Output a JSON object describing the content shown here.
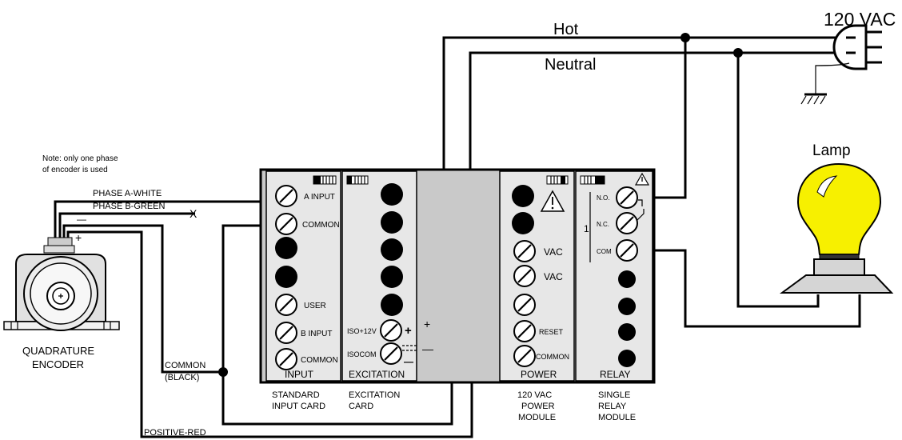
{
  "title": {
    "supply": "120 VAC"
  },
  "wires": {
    "hot": "Hot",
    "neutral": "Neutral"
  },
  "lamp": {
    "label": "Lamp"
  },
  "note": {
    "line1": "Note: only one phase",
    "line2": "of encoder is used"
  },
  "encoder": {
    "label1": "QUADRATURE",
    "label2": "ENCODER",
    "phase_a": "PHASE A-WHITE",
    "phase_b": "PHASE B-GREEN",
    "common1": "COMMON",
    "common2": "(BLACK)",
    "positive": "POSITIVE-RED",
    "minus": "—",
    "plus": "+",
    "open_end": "X"
  },
  "input_card": {
    "terminals": [
      "A  INPUT",
      "COMMON",
      "USER",
      "B INPUT",
      "COMMON"
    ],
    "name": "INPUT",
    "caption1": "STANDARD",
    "caption2": "INPUT CARD"
  },
  "excitation_card": {
    "terminals": [
      "ISO+12V",
      "ISOCOM"
    ],
    "name": "EXCITATION",
    "caption1": "EXCITATION",
    "caption2": "CARD",
    "plus": "+",
    "minus": "—",
    "term_plus": "+",
    "term_minus": "—"
  },
  "power_card": {
    "terminals": [
      "VAC",
      "VAC",
      "RESET",
      "COMMON"
    ],
    "name": "POWER",
    "caption1": "120 VAC",
    "caption2": "POWER",
    "caption3": "MODULE"
  },
  "relay_card": {
    "terminals": [
      "N.O.",
      "N.C.",
      "COM"
    ],
    "relay_number": "1",
    "name": "RELAY",
    "caption1": "SINGLE",
    "caption2": "RELAY",
    "caption3": "MODULE"
  },
  "colors": {
    "lamp_bulb": "#f7f000",
    "panel_fill": "#c9c9c9",
    "card_fill": "#e7e7e7",
    "wire": "#000000"
  }
}
